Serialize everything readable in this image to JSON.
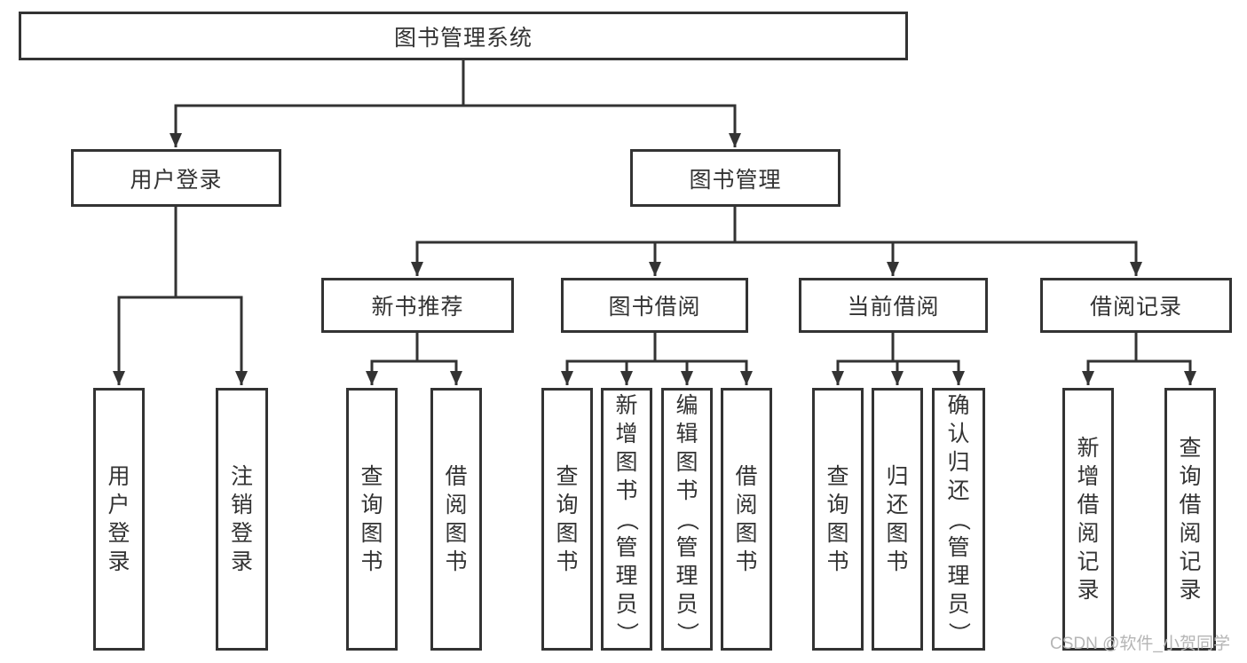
{
  "diagram": {
    "title": "图书管理系统",
    "watermark": "CSDN @软件_小贺同学",
    "colors": {
      "line": "#333333",
      "box_border": "#333333",
      "text": "#333333",
      "watermark": "#b5b5b5",
      "background": "#ffffff"
    },
    "nodes": {
      "root": {
        "label": "图书管理系统",
        "parent": null
      },
      "user_login": {
        "label": "用户登录",
        "parent": "root"
      },
      "book_mgmt": {
        "label": "图书管理",
        "parent": "root"
      },
      "new_book_rec": {
        "label": "新书推荐",
        "parent": "book_mgmt"
      },
      "book_borrow": {
        "label": "图书借阅",
        "parent": "book_mgmt"
      },
      "current_borrow": {
        "label": "当前借阅",
        "parent": "book_mgmt"
      },
      "borrow_record": {
        "label": "借阅记录",
        "parent": "book_mgmt"
      },
      "leaf_user_login": {
        "label": "用户登录",
        "parent": "user_login"
      },
      "leaf_logout": {
        "label": "注销登录",
        "parent": "user_login"
      },
      "leaf_nb_query": {
        "label": "查询图书",
        "parent": "new_book_rec"
      },
      "leaf_nb_borrow": {
        "label": "借阅图书",
        "parent": "new_book_rec"
      },
      "leaf_bb_query": {
        "label": "查询图书",
        "parent": "book_borrow"
      },
      "leaf_bb_add": {
        "label": "新增图书（管理员）",
        "parent": "book_borrow"
      },
      "leaf_bb_edit": {
        "label": "编辑图书（管理员）",
        "parent": "book_borrow"
      },
      "leaf_bb_borrow": {
        "label": "借阅图书",
        "parent": "book_borrow"
      },
      "leaf_cb_query": {
        "label": "查询图书",
        "parent": "current_borrow"
      },
      "leaf_cb_return": {
        "label": "归还图书",
        "parent": "current_borrow"
      },
      "leaf_cb_confirm": {
        "label": "确认归还（管理员）",
        "parent": "current_borrow"
      },
      "leaf_br_add": {
        "label": "新增借阅记录",
        "parent": "borrow_record"
      },
      "leaf_br_query": {
        "label": "查询借阅记录",
        "parent": "borrow_record"
      }
    }
  }
}
